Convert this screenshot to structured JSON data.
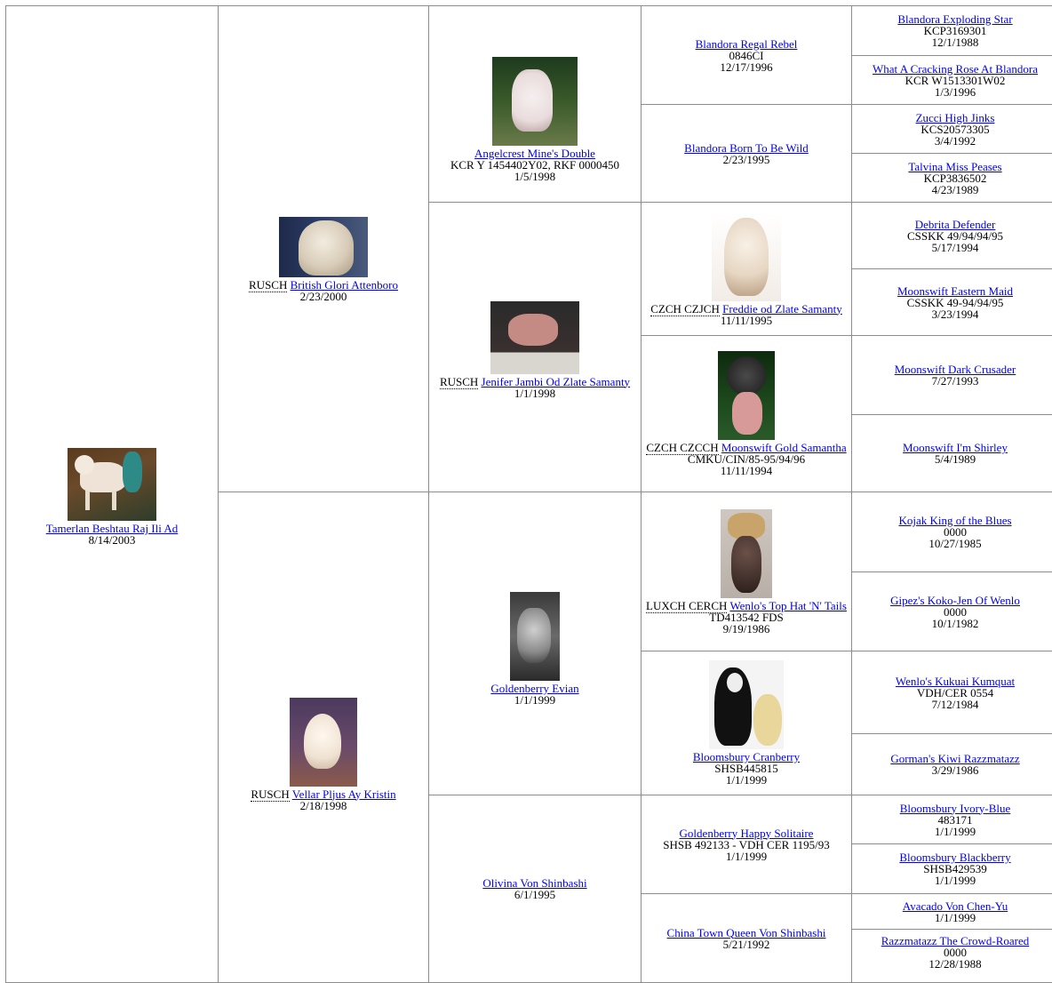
{
  "subject": {
    "name": "Tamerlan Beshtau Raj Ili Ad",
    "date": "8/14/2003"
  },
  "sire": {
    "title": "RUSCH",
    "name": "British Glori Attenboro",
    "date": "2/23/2000"
  },
  "dam": {
    "title": "RUSCH",
    "name": "Vellar Pljus Ay Kristin",
    "date": "2/18/1998"
  },
  "g3": [
    {
      "name": "Angelcrest Mine's Double",
      "reg": "KCR Y 1454402Y02, RKF 0000450",
      "date": "1/5/1998"
    },
    {
      "title": "RUSCH",
      "name": "Jenifer Jambi Od Zlate Samanty",
      "date": "1/1/1998"
    },
    {
      "name": "Goldenberry Evian",
      "date": "1/1/1999"
    },
    {
      "name": "Olivina Von Shinbashi",
      "date": "6/1/1995"
    }
  ],
  "g4": [
    {
      "name": "Blandora Regal Rebel",
      "reg": "0846CI",
      "date": "12/17/1996"
    },
    {
      "name": "Blandora Born To Be Wild",
      "date": "2/23/1995"
    },
    {
      "title": "CZCH CZJCH",
      "name": "Freddie od Zlate Samanty",
      "date": "11/11/1995"
    },
    {
      "title": "CZCH CZCCH",
      "name": "Moonswift Gold Samantha",
      "reg": "CMKU/CIN/85-95/94/96",
      "date": "11/11/1994"
    },
    {
      "title": "LUXCH CERCH",
      "name": "Wenlo's Top Hat 'N' Tails",
      "reg": "TD413542 FDS",
      "date": "9/19/1986"
    },
    {
      "name": "Bloomsbury Cranberry",
      "reg": "SHSB445815",
      "date": "1/1/1999"
    },
    {
      "name": "Goldenberry Happy Solitaire",
      "reg": "SHSB 492133 - VDH CER 1195/93",
      "date": "1/1/1999"
    },
    {
      "name": "China Town Queen Von Shinbashi",
      "date": "5/21/1992"
    }
  ],
  "g5": [
    {
      "name": "Blandora Exploding Star",
      "reg": "KCP3169301",
      "date": "12/1/1988"
    },
    {
      "name": "What A Cracking Rose At Blandora",
      "reg": "KCR W1513301W02",
      "date": "1/3/1996"
    },
    {
      "name": "Zucci High Jinks",
      "reg": "KCS20573305",
      "date": "3/4/1992"
    },
    {
      "name": "Talvina Miss Peases",
      "reg": "KCP3836502",
      "date": "4/23/1989"
    },
    {
      "name": "Debrita Defender",
      "reg": "CSSKK 49/94/94/95",
      "date": "5/17/1994"
    },
    {
      "name": "Moonswift Eastern Maid",
      "reg": "CSSKK 49-94/94/95",
      "date": "3/23/1994"
    },
    {
      "name": "Moonswift Dark Crusader",
      "date": "7/27/1993"
    },
    {
      "name": "Moonswift I'm Shirley",
      "date": "5/4/1989"
    },
    {
      "name": "Kojak King of the Blues",
      "reg": "0000",
      "date": "10/27/1985"
    },
    {
      "name": "Gipez's Koko-Jen Of Wenlo",
      "reg": "0000",
      "date": "10/1/1982"
    },
    {
      "name": "Wenlo's Kukuai Kumquat",
      "reg": "VDH/CER 0554",
      "date": "7/12/1984"
    },
    {
      "name": "Gorman's Kiwi Razzmatazz",
      "date": "3/29/1986"
    },
    {
      "name": "Bloomsbury Ivory-Blue",
      "reg": "483171",
      "date": "1/1/1999"
    },
    {
      "name": "Bloomsbury Blackberry",
      "reg": "SHSB429539",
      "date": "1/1/1999"
    },
    {
      "name": "Avacado Von Chen-Yu",
      "date": "1/1/1999"
    },
    {
      "name": "Razzmatazz The Crowd-Roared",
      "reg": "0000",
      "date": "12/28/1988"
    }
  ]
}
